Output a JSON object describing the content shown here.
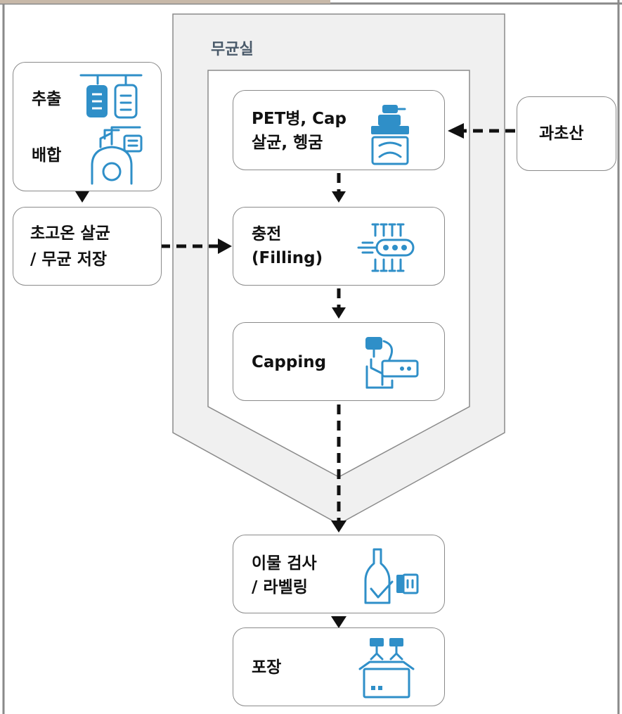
{
  "zone": {
    "title": "무균실"
  },
  "nodes": {
    "extract": "추출",
    "blend": "배합",
    "uht_line1": "초고온 살균",
    "uht_line2": "/ 무균 저장",
    "sterilize_line1": "PET병, Cap",
    "sterilize_line2": "살균, 헹굼",
    "peroxide": "과초산",
    "filling_line1": "충전",
    "filling_line2": "(Filling)",
    "capping": "Capping",
    "inspect_line1": "이물 검사",
    "inspect_line2": "/ 라벨링",
    "packing": "포장"
  },
  "icons": {
    "extract": "tanks-icon",
    "blend": "mixer-icon",
    "sterilize": "spray-bottle-icon",
    "filling": "filling-machine-icon",
    "capping": "capping-robot-icon",
    "inspect": "bottle-check-camera-icon",
    "packing": "robot-box-icon"
  },
  "colors": {
    "icon": "#2f8fc8",
    "zone_fill": "#f0f0f0",
    "border": "#8a8a8a",
    "arrow": "#111111"
  }
}
